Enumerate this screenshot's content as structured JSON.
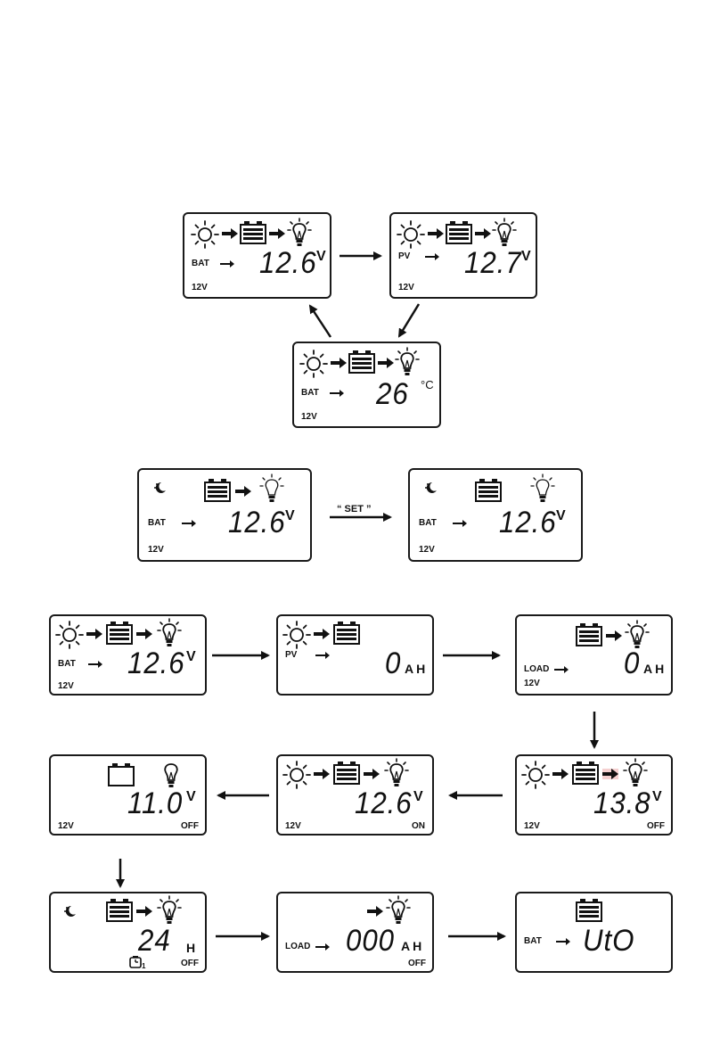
{
  "screens": [
    {
      "id": "s1",
      "label": "BAT",
      "value": "12.6",
      "unit": "V",
      "sys": "12V",
      "icons": [
        "sun",
        "arrow",
        "battery",
        "arrow",
        "bulb"
      ]
    },
    {
      "id": "s2",
      "label": "PV",
      "value": "12.7",
      "unit": "V",
      "sys": "12V",
      "icons": [
        "sun",
        "arrow",
        "battery",
        "arrow",
        "bulb"
      ]
    },
    {
      "id": "s3",
      "label": "BAT",
      "value": "26",
      "unit": "°C",
      "sys": "12V",
      "icons": [
        "sun",
        "arrow",
        "battery",
        "arrow",
        "bulb"
      ]
    },
    {
      "id": "s4",
      "label": "BAT",
      "value": "12.6",
      "unit": "V",
      "sys": "12V",
      "icons": [
        "moon",
        "battery",
        "arrow",
        "bulb"
      ]
    },
    {
      "id": "s5",
      "label": "BAT",
      "value": "12.6",
      "unit": "V",
      "sys": "12V",
      "icons": [
        "moon",
        "battery",
        "bulb"
      ]
    },
    {
      "id": "s6",
      "label": "BAT",
      "value": "12.6",
      "unit": "V",
      "sys": "12V",
      "icons": [
        "sun",
        "arrow",
        "battery",
        "arrow",
        "bulb"
      ]
    },
    {
      "id": "s7",
      "label": "PV",
      "value": "0",
      "unit": "AH",
      "sys": "",
      "icons": [
        "sun",
        "arrow",
        "battery"
      ]
    },
    {
      "id": "s8",
      "label": "LOAD",
      "value": "0",
      "unit": "AH",
      "sys": "12V",
      "icons": [
        "battery",
        "arrow",
        "bulb"
      ]
    },
    {
      "id": "s9",
      "label": "",
      "value": "11.0",
      "unit": "V",
      "sys": "12V",
      "status": "OFF",
      "icons": [
        "battery-empty",
        "bulb"
      ]
    },
    {
      "id": "s10",
      "label": "",
      "value": "12.6",
      "unit": "V",
      "sys": "12V",
      "status": "ON",
      "icons": [
        "sun",
        "arrow",
        "battery",
        "arrow",
        "bulb"
      ]
    },
    {
      "id": "s11",
      "label": "",
      "value": "13.8",
      "unit": "V",
      "sys": "12V",
      "status": "OFF",
      "icons": [
        "sun",
        "arrow",
        "battery",
        "arrow",
        "bulb"
      ]
    },
    {
      "id": "s12",
      "label": "",
      "value": "24",
      "unit": "H",
      "sys": "",
      "status": "OFF",
      "icons": [
        "moon",
        "battery",
        "arrow",
        "bulb",
        "timer"
      ]
    },
    {
      "id": "s13",
      "label": "LOAD",
      "value": "000",
      "unit": "AH",
      "sys": "",
      "status": "OFF",
      "icons": [
        "arrow",
        "bulb"
      ]
    },
    {
      "id": "s14",
      "label": "BAT",
      "value": "UtO",
      "unit": "",
      "sys": "",
      "icons": [
        "battery"
      ]
    }
  ],
  "set_label": "“ SET ”",
  "timer_sub": "1"
}
